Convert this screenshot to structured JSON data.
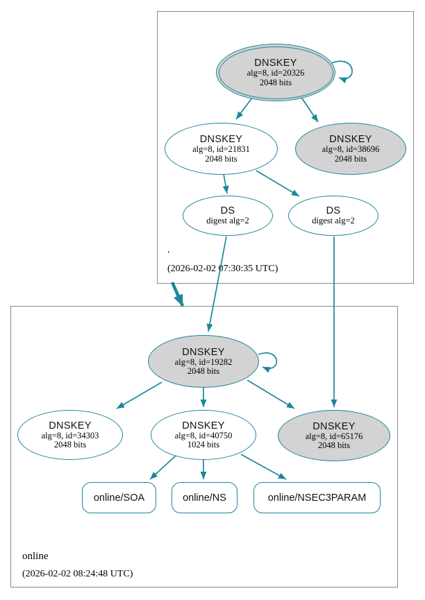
{
  "colors": {
    "edge": "#1a879a",
    "node_border": "#1a879a",
    "gray_fill": "#d3d3d3",
    "white_fill": "#ffffff",
    "box_border": "#888888",
    "text": "#000000"
  },
  "root_zone": {
    "label": ".",
    "timestamp": "(2026-02-02 07:30:35 UTC)",
    "ksk_20326": {
      "title": "DNSKEY",
      "detail": "alg=8, id=20326",
      "bits": "2048 bits"
    },
    "zsk_21831": {
      "title": "DNSKEY",
      "detail": "alg=8, id=21831",
      "bits": "2048 bits"
    },
    "key_38696": {
      "title": "DNSKEY",
      "detail": "alg=8, id=38696",
      "bits": "2048 bits"
    },
    "ds_left": {
      "title": "DS",
      "detail": "digest alg=2"
    },
    "ds_right": {
      "title": "DS",
      "detail": "digest alg=2"
    }
  },
  "online_zone": {
    "label": "online",
    "timestamp": "(2026-02-02 08:24:48 UTC)",
    "ksk_19282": {
      "title": "DNSKEY",
      "detail": "alg=8, id=19282",
      "bits": "2048 bits"
    },
    "key_34303": {
      "title": "DNSKEY",
      "detail": "alg=8, id=34303",
      "bits": "2048 bits"
    },
    "zsk_40750": {
      "title": "DNSKEY",
      "detail": "alg=8, id=40750",
      "bits": "1024 bits"
    },
    "key_65176": {
      "title": "DNSKEY",
      "detail": "alg=8, id=65176",
      "bits": "2048 bits"
    },
    "rrset_soa": {
      "label": "online/SOA"
    },
    "rrset_ns": {
      "label": "online/NS"
    },
    "rrset_nsec3param": {
      "label": "online/NSEC3PARAM"
    }
  }
}
